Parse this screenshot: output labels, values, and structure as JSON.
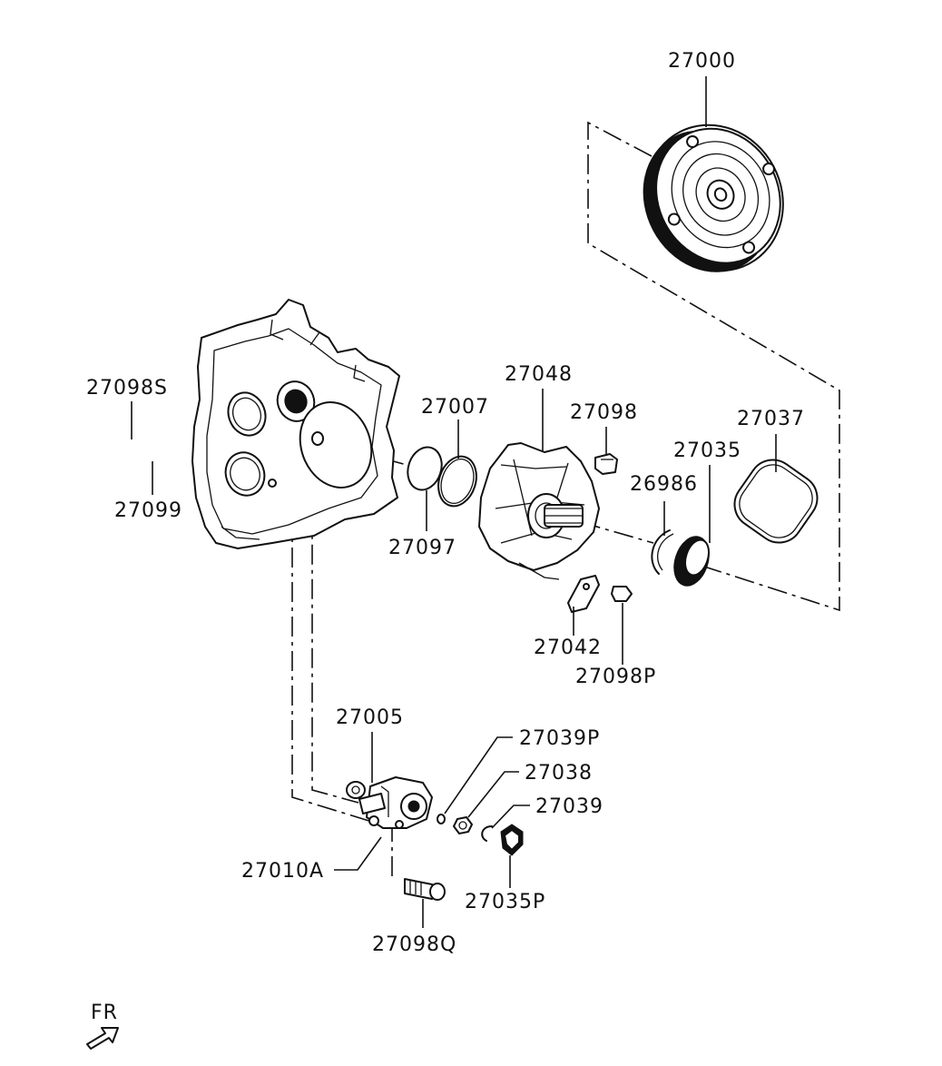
{
  "parts": {
    "p27000": "27000",
    "p27098S": "27098S",
    "p27099": "27099",
    "p27007": "27007",
    "p27097": "27097",
    "p27048": "27048",
    "p27098": "27098",
    "p27037": "27037",
    "p27035": "27035",
    "p26986": "26986",
    "p27042": "27042",
    "p27098P": "27098P",
    "p27005": "27005",
    "p27039P": "27039P",
    "p27038": "27038",
    "p27039": "27039",
    "p27010A": "27010A",
    "p27035P": "27035P",
    "p27098Q": "27098Q"
  },
  "direction": {
    "label": "FR",
    "icon": "front-direction-arrow-icon"
  }
}
